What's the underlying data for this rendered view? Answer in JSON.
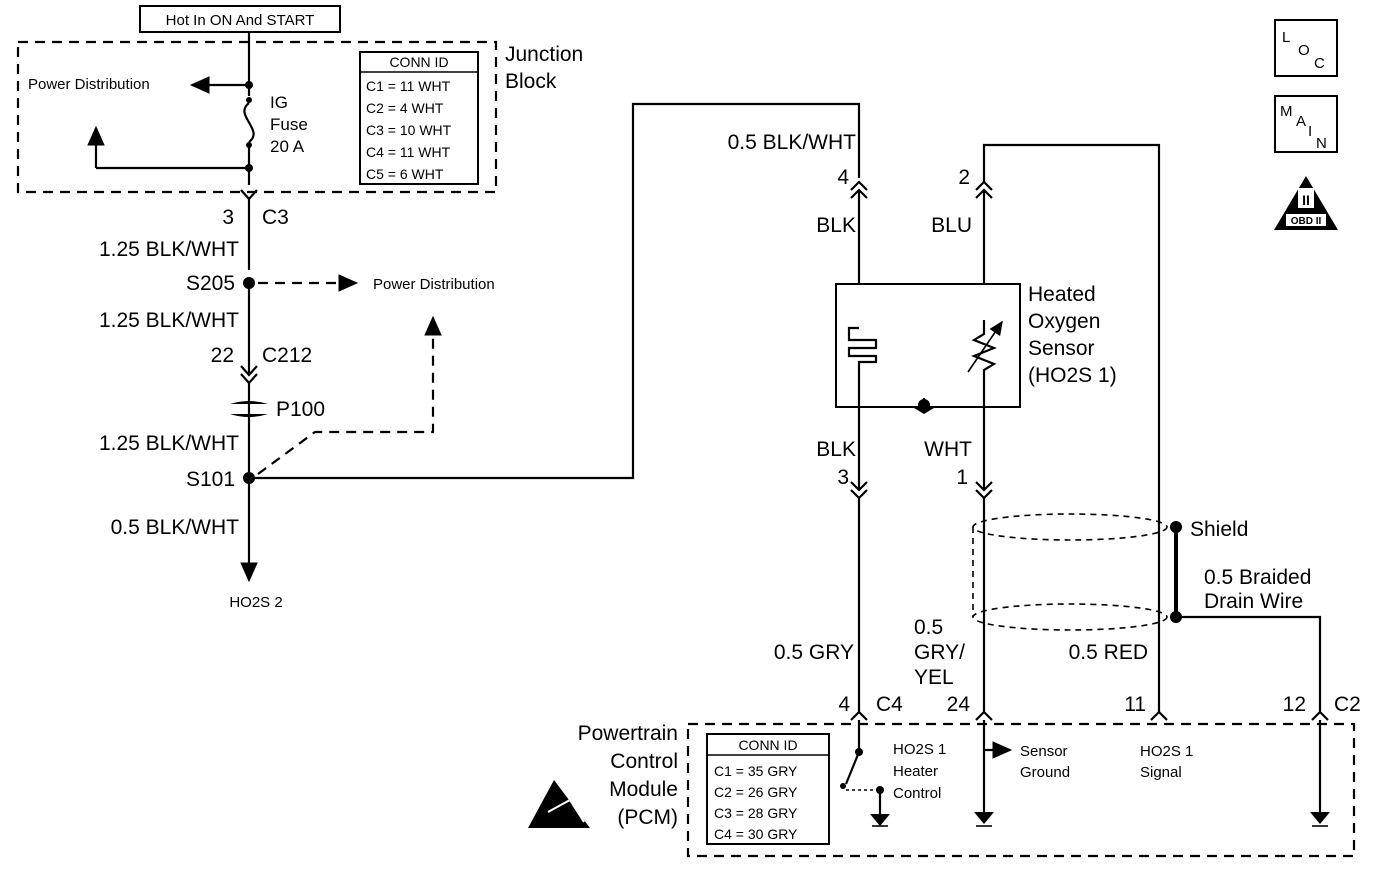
{
  "hot_label": "Hot In ON And START",
  "junction_block": {
    "title_line1": "Junction",
    "title_line2": "Block",
    "power_distribution": "Power Distribution",
    "fuse_line1": "IG",
    "fuse_line2": "Fuse",
    "fuse_line3": "20 A",
    "conn_id_title": "CONN ID",
    "conn_ids": [
      "C1 = 11 WHT",
      "C2 = 4 WHT",
      "C3 = 10 WHT",
      "C4 = 11 WHT",
      "C5 = 6 WHT"
    ]
  },
  "left_circuit": {
    "c3_pin": "3",
    "c3_label": "C3",
    "wire_1": "1.25 BLK/WHT",
    "s205": "S205",
    "power_distribution_2": "Power Distribution",
    "wire_2": "1.25 BLK/WHT",
    "c212_pin": "22",
    "c212_label": "C212",
    "p100": "P100",
    "wire_3": "1.25 BLK/WHT",
    "s101": "S101",
    "wire_4": "0.5 BLK/WHT",
    "ho2s2": "HO2S 2"
  },
  "sensor": {
    "top_wire": "0.5 BLK/WHT",
    "pin_4": "4",
    "pin_2": "2",
    "blk_top": "BLK",
    "blu_top": "BLU",
    "name_line1": "Heated",
    "name_line2": "Oxygen",
    "name_line3": "Sensor",
    "name_line4": "(HO2S 1)",
    "blk_bottom": "BLK",
    "wht_bottom": "WHT",
    "pin_3": "3",
    "pin_1": "1",
    "shield": "Shield",
    "drain_line1": "0.5 Braided",
    "drain_line2": "Drain Wire"
  },
  "pcm_wires": {
    "gry": "0.5 GRY",
    "gryyel_line1": "0.5",
    "gryyel_line2": "GRY/",
    "gryyel_line3": "YEL",
    "red": "0.5 RED",
    "pin_4": "4",
    "c4": "C4",
    "pin_24": "24",
    "pin_11": "11",
    "pin_12": "12",
    "c2": "C2"
  },
  "pcm": {
    "name_line1": "Powertrain",
    "name_line2": "Control",
    "name_line3": "Module",
    "name_line4": "(PCM)",
    "conn_id_title": "CONN ID",
    "conn_ids": [
      "C1 = 35 GRY",
      "C2 = 26 GRY",
      "C3 = 28 GRY",
      "C4 = 30 GRY"
    ],
    "heater_line1": "HO2S 1",
    "heater_line2": "Heater",
    "heater_line3": "Control",
    "ground_line1": "Sensor",
    "ground_line2": "Ground",
    "signal_line1": "HO2S 1",
    "signal_line2": "Signal"
  },
  "icons": {
    "loc": [
      "L",
      "O",
      "C"
    ],
    "main": [
      "M",
      "A",
      "I",
      "N"
    ],
    "obd_numeral": "II",
    "obd_label": "OBD II"
  }
}
